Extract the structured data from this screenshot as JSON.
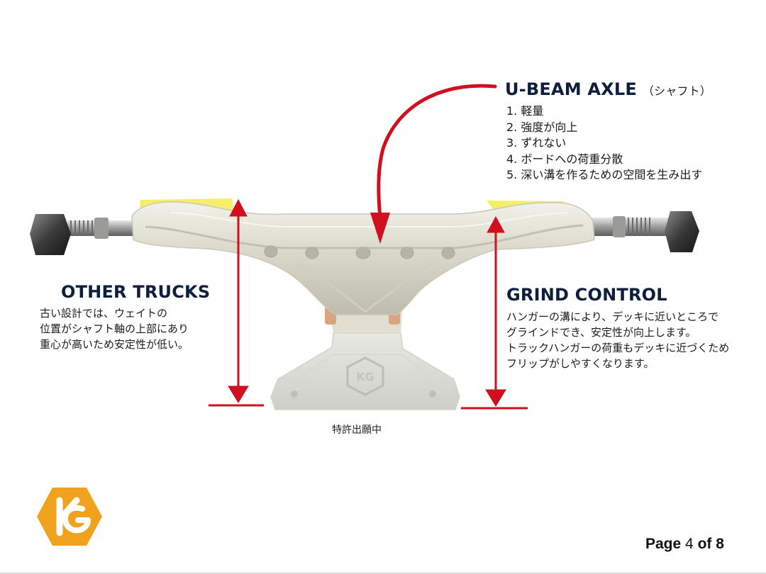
{
  "colors": {
    "heading": "#0d1f3c",
    "arrow": "#d0101e",
    "highlight": "#f4ee6a",
    "logo": "#f0a21e"
  },
  "axle": {
    "title": "U-BEAM AXLE",
    "subtitle": "（シャフト）",
    "points": [
      "1. 軽量",
      "2. 強度が向上",
      "3. ずれない",
      "4. ボードへの荷重分散",
      "5. 深い溝を作るための空間を生み出す"
    ]
  },
  "other_trucks": {
    "title": "OTHER TRUCKS",
    "lines": [
      "古い設計では、ウェイトの",
      "位置がシャフト軸の上部にあり",
      "重心が高いため安定性が低い。"
    ]
  },
  "grind_control": {
    "title": "GRIND CONTROL",
    "lines": [
      "ハンガーの溝により、デッキに近いところで",
      "グラインドでき、安定性が向上します。",
      "トラックハンガーの荷重もデッキに近づくため",
      "フリップがしやすくなります。"
    ]
  },
  "patent_note": "特許出願中",
  "baseplate_logo": "KG",
  "page": {
    "prefix": "Page",
    "current": "4",
    "middle": "of",
    "total": "8"
  }
}
